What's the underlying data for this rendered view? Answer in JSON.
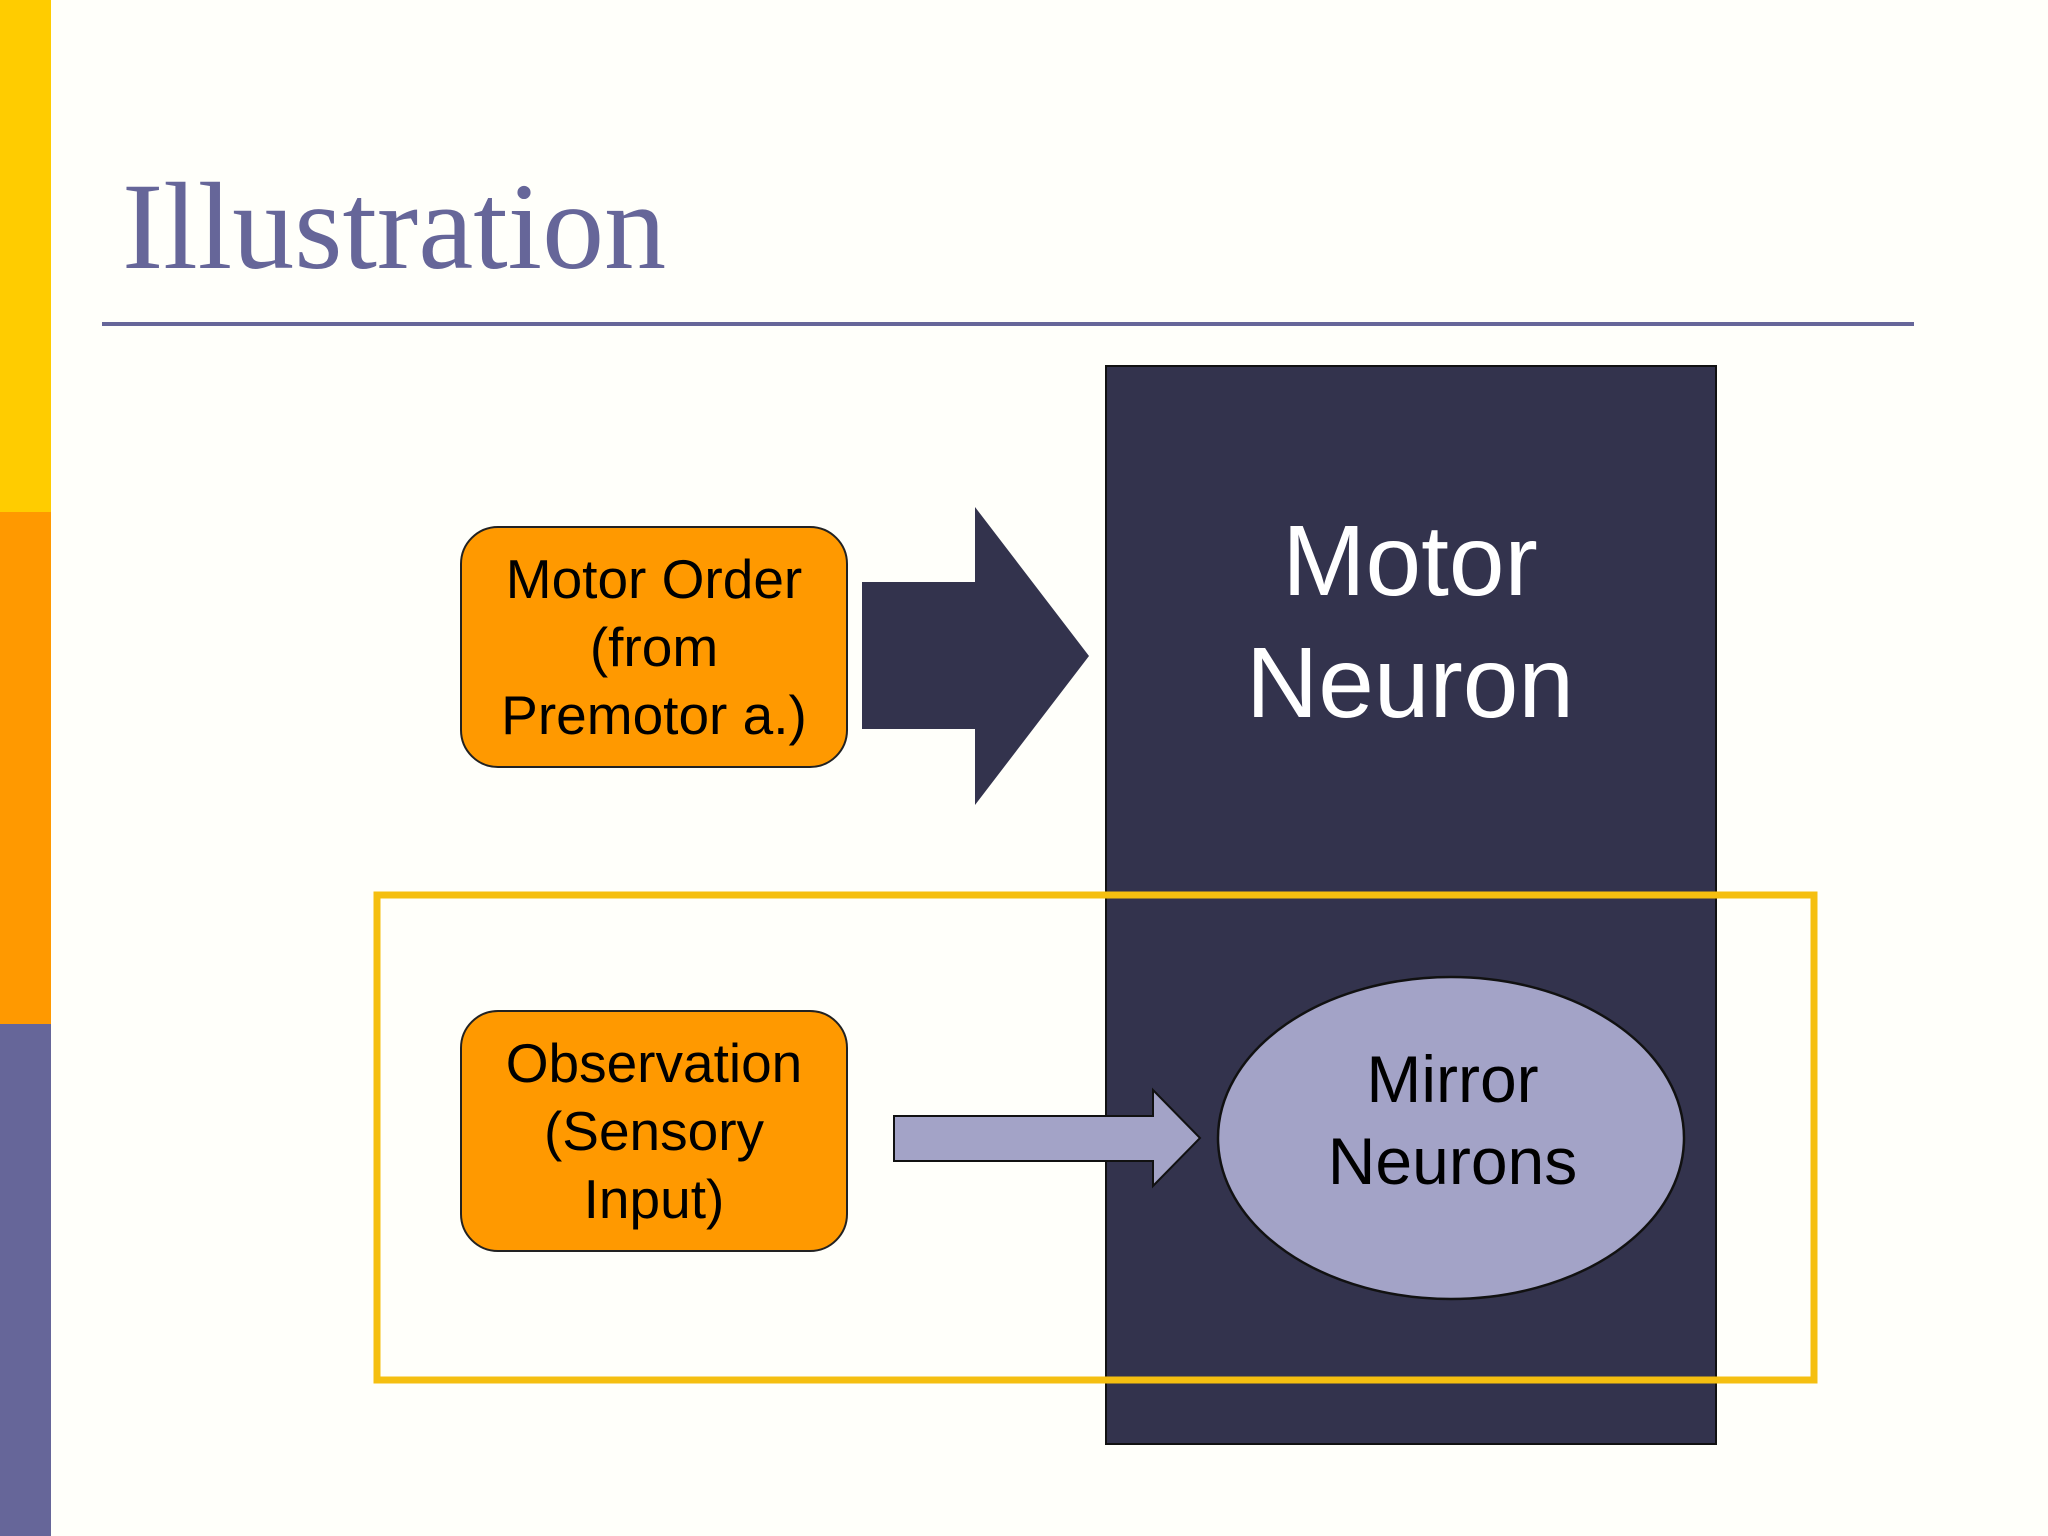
{
  "slide": {
    "title": "Illustration"
  },
  "diagram": {
    "motor_neuron_label": "Motor\nNeuron",
    "motor_order_label": "Motor Order\n(from\nPremotor a.)",
    "observation_label": "Observation\n(Sensory\nInput)",
    "mirror_neurons_label": "Mirror\nNeurons"
  },
  "colors": {
    "accent_yellow": "#ffcc00",
    "accent_orange": "#ff9900",
    "accent_purple": "#666699",
    "motor_neuron_fill": "#33334d",
    "mirror_fill": "#a3a3c7",
    "highlight_frame": "#f5bf10"
  }
}
